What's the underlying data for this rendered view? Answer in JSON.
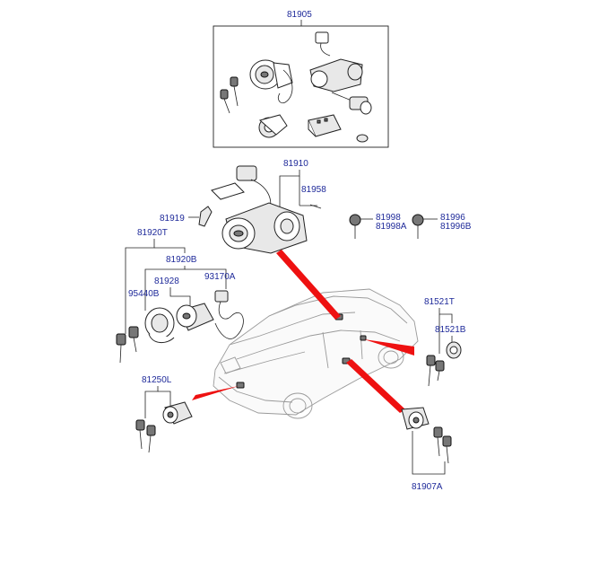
{
  "diagram": {
    "part_numbers": {
      "p81905": "81905",
      "p81910": "81910",
      "p81958": "81958",
      "p81919": "81919",
      "p81920T": "81920T",
      "p81920B": "81920B",
      "p81928": "81928",
      "p93170A": "93170A",
      "p95440B": "95440B",
      "p81998": "81998",
      "p81998A": "81998A",
      "p81996": "81996",
      "p81996B": "81996B",
      "p81521T": "81521T",
      "p81521B": "81521B",
      "p81250L": "81250L",
      "p81907A": "81907A"
    },
    "colors": {
      "label": "#1f2a9a",
      "pointer": "#ee1111",
      "line": "#222222",
      "car_outline": "#9a9a9a"
    }
  }
}
